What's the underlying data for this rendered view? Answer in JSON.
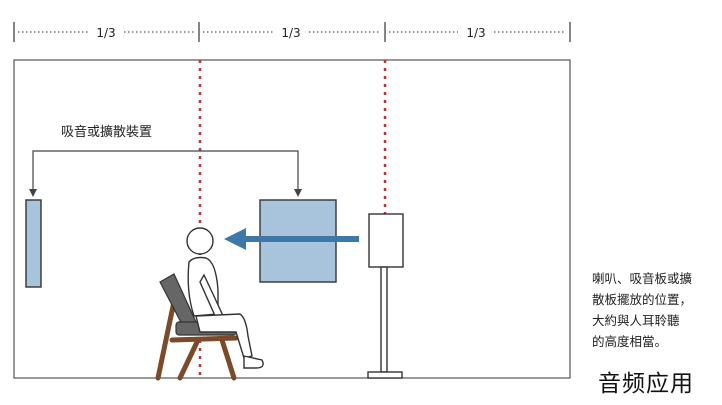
{
  "dimension": {
    "segments": [
      {
        "label": "1/3"
      },
      {
        "label": "1/3"
      },
      {
        "label": "1/3"
      }
    ]
  },
  "panel_label": "吸音或擴散裝置",
  "note_lines": [
    "喇叭、吸音板或擴",
    "散板擺放的位置，",
    "大約與人耳聆聽",
    "的高度相當。"
  ],
  "watermark": "音频应用",
  "colors": {
    "panel_fill": "#a8c3dc",
    "arrow": "#3d78a8",
    "guide_line": "#b03a3a",
    "chair_frame": "#7a4a2a",
    "chair_seat": "#666666",
    "outline": "#333333"
  }
}
